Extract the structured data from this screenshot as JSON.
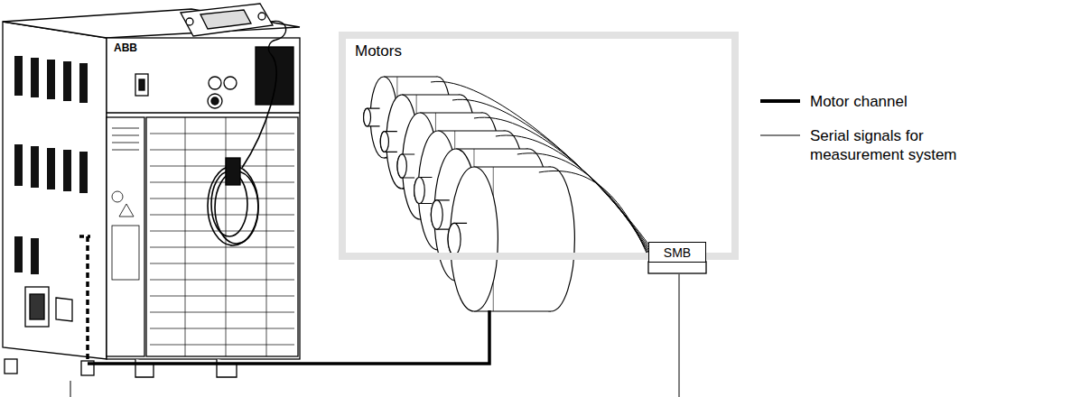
{
  "diagram": {
    "nodes": [
      {
        "text": [
          "Motors"
        ]
      },
      {
        "text": [
          "SMB"
        ]
      }
    ],
    "labels": [
      "ABB"
    ],
    "legend": [
      {
        "text": "Motor channel"
      },
      {
        "text": "Serial signals for measurement system"
      }
    ]
  }
}
